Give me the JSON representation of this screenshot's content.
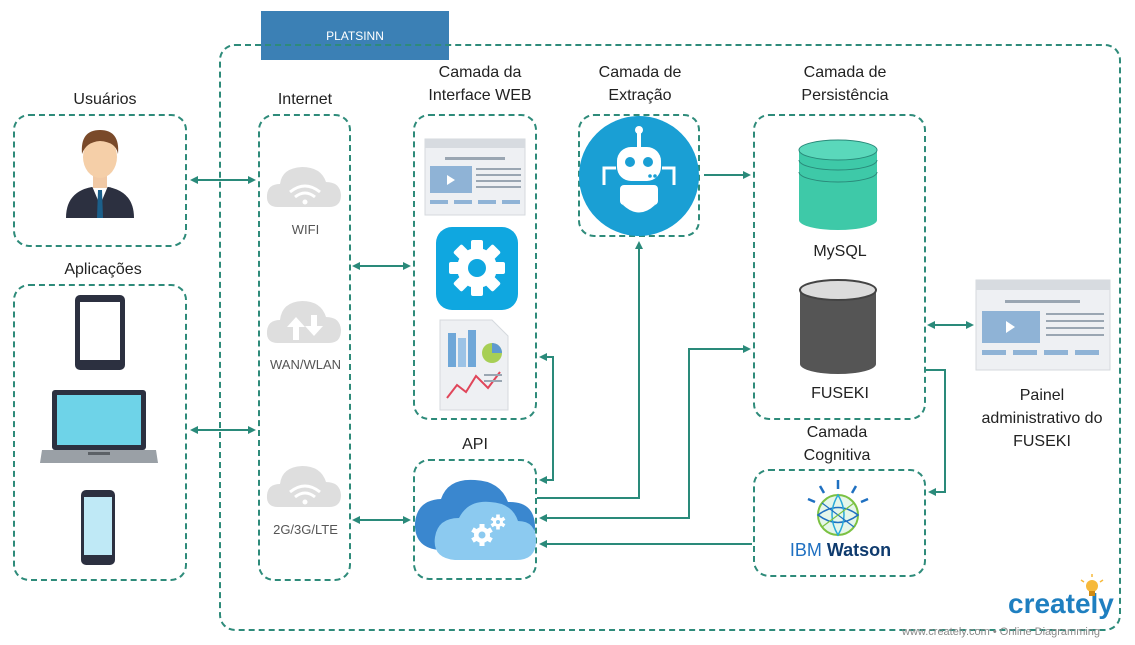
{
  "platform": {
    "title": "PLATSINN"
  },
  "groups": {
    "users": "Usuários",
    "apps": "Aplicações",
    "internet": "Internet",
    "web": "Camada da Interface WEB",
    "extraction": "Camada de Extração",
    "persistence": "Camada de Persistência",
    "api": "API",
    "cognitive": "Camada Cognitiva",
    "admin": "Painel administrativo do FUSEKI"
  },
  "network": {
    "wifi": "WIFI",
    "wan": "WAN/WLAN",
    "mobile": "2G/3G/LTE"
  },
  "databases": {
    "mysql": "MySQL",
    "fuseki": "FUSEKI"
  },
  "watson": {
    "ibm": "IBM",
    "watson": "Watson"
  },
  "watermark": {
    "brand": "creately",
    "url": "www.creately.com • Online Diagramming"
  },
  "colors": {
    "connector": "#2a8a7a",
    "tab": "#3b80b5",
    "mysql": "#3ec9a8",
    "fuseki": "#555555",
    "robot": "#1a9fd4"
  },
  "icons": [
    "user-icon",
    "tablet-icon",
    "laptop-icon",
    "phone-icon",
    "cloud-wifi-icon",
    "cloud-transfer-icon",
    "browser-icon",
    "gear-icon",
    "report-icon",
    "robot-icon",
    "database-icon",
    "cloud-gear-icon",
    "watson-icon"
  ]
}
